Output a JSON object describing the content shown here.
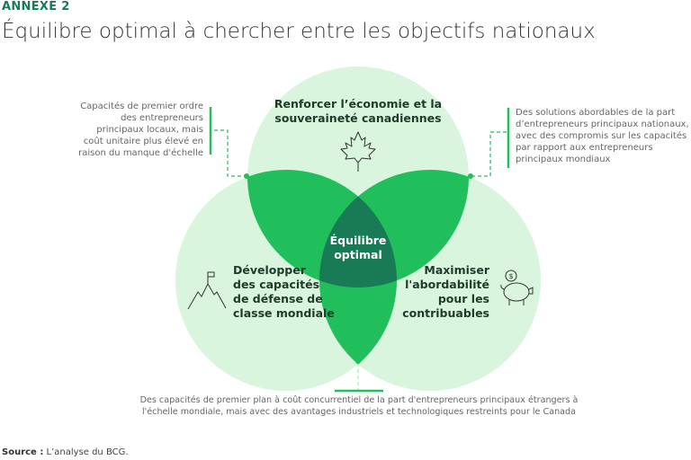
{
  "header": {
    "annex": "ANNEXE 2",
    "title": "Équilibre optimal à chercher entre les objectifs nationaux"
  },
  "venn": {
    "colors": {
      "circle": "#d9f5de",
      "pair_overlap": "#21bf5b",
      "center": "#197a56",
      "accent": "#21bf5b"
    },
    "center_label": [
      "Équilibre",
      "optimal"
    ],
    "circles": [
      {
        "label": [
          "Renforcer l’économie et la",
          "souveraineté canadiennes"
        ],
        "icon": "maple-leaf-icon"
      },
      {
        "label": [
          "Développer",
          "des capacités",
          "de défense de",
          "classe mondiale"
        ],
        "icon": "mountain-flag-icon"
      },
      {
        "label": [
          "Maximiser",
          "l'abordabilité",
          "pour les",
          "contribuables"
        ],
        "icon": "piggy-bank-icon"
      }
    ],
    "notes": {
      "left": [
        "Capacités de premier ordre",
        "des entrepreneurs",
        "principaux locaux, mais",
        "coût unitaire plus élevé en",
        "raison du manque d'échelle"
      ],
      "right": [
        "Des solutions abordables de la part",
        "d’entrepreneurs principaux nationaux,",
        "avec des compromis sur les capacités",
        "par rapport aux entrepreneurs",
        "principaux mondiaux"
      ],
      "bottom": [
        "Des capacités de premier plan à coût concurrentiel de la part d'entrepreneurs principaux étrangers à",
        "l'échelle mondiale, mais avec des avantages industriels et technologiques restreints pour le Canada"
      ]
    }
  },
  "footer": {
    "source_label": "Source :",
    "source_text": " L’analyse du BCG."
  }
}
